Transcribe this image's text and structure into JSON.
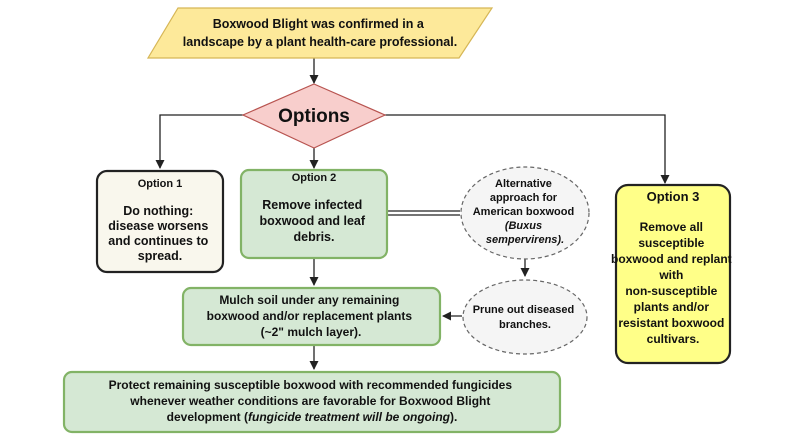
{
  "start": {
    "lines": [
      "Boxwood Blight was confirmed in a",
      "landscape by a plant health-care professional."
    ]
  },
  "decision": {
    "label": "Options"
  },
  "option1": {
    "title": "Option 1",
    "lines": [
      "Do nothing:",
      "disease worsens",
      "and continues to",
      "spread."
    ]
  },
  "option2": {
    "title": "Option 2",
    "lines": [
      "Remove infected",
      "boxwood and leaf",
      "debris."
    ]
  },
  "option3": {
    "title": "Option 3",
    "lines": [
      "Remove all",
      "susceptible",
      "boxwood and replant",
      "with",
      "non-susceptible",
      "plants and/or",
      "resistant boxwood",
      "cultivars."
    ]
  },
  "alternative": {
    "lines": [
      "Alternative",
      "approach for",
      "American boxwood",
      "(Buxus",
      "sempervirens)."
    ]
  },
  "prune": {
    "lines": [
      "Prune out diseased",
      "branches."
    ]
  },
  "mulch": {
    "lines": [
      "Mulch soil under any remaining",
      "boxwood and/or replacement plants",
      "(~2\" mulch layer)."
    ]
  },
  "protect": {
    "lines": [
      "Protect remaining susceptible boxwood with recommended fungicides",
      "whenever weather conditions are favorable for Boxwood Blight",
      "development (fungicide treatment will be ongoing)."
    ],
    "italic": "fungicide treatment will be ongoing"
  },
  "colors": {
    "start_fill": "#fde99a",
    "start_stroke": "#d6b656",
    "decision_fill": "#f8cecc",
    "decision_stroke": "#b85450",
    "green_fill": "#d5e8d4",
    "green_stroke": "#82b366",
    "neutral_fill": "#f9f7ed",
    "yellow_fill": "#ffff88",
    "dashed_fill": "#f5f5f5",
    "dashed_stroke": "#666666",
    "arrow": "#222222"
  }
}
